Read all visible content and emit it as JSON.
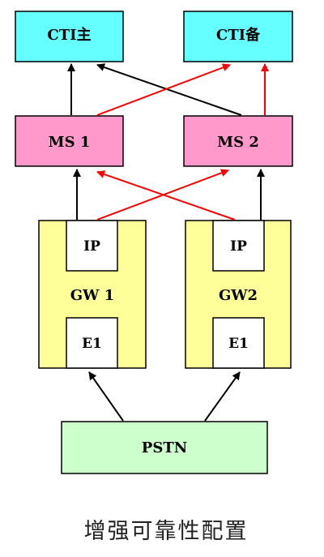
{
  "nodes": {
    "cti_main": "CTI主",
    "cti_backup": "CTI备",
    "ms1": "MS 1",
    "ms2": "MS 2",
    "gw1": "GW 1",
    "gw2": "GW2",
    "gw1_ip": "IP",
    "gw2_ip": "IP",
    "gw1_e1": "E1",
    "gw2_e1": "E1",
    "pstn": "PSTN"
  },
  "caption": "增强可靠性配置",
  "colors": {
    "cti_fill": "#66FFFF",
    "ms_fill": "#FF99CC",
    "gw_fill": "#FFFF99",
    "pstn_fill": "#CCFFCC",
    "inner_fill": "#FFFFFF",
    "primary_link": "#000000",
    "backup_link": "#FF0000"
  }
}
